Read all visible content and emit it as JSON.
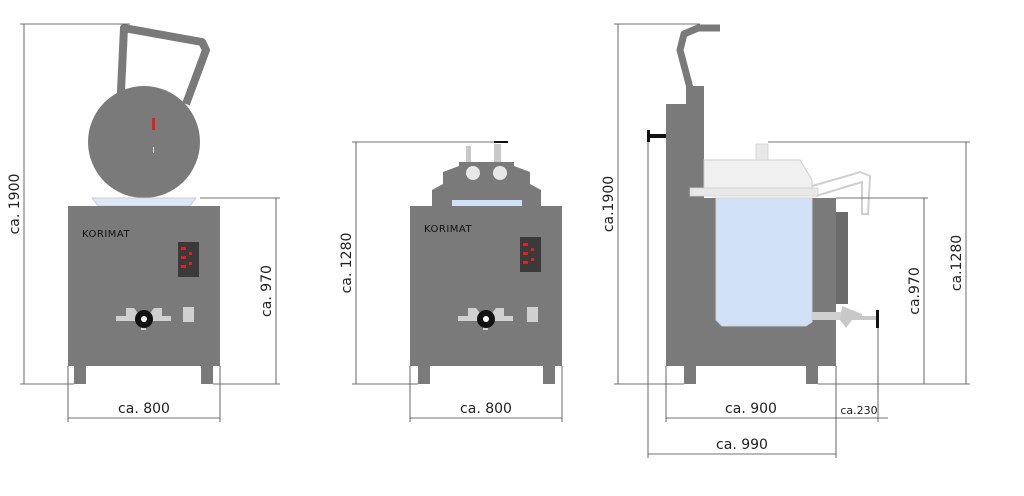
{
  "brand_label": "KORIMAT",
  "views": {
    "front_lid": {
      "brand": "KORIMAT",
      "dims": {
        "height_total": "ca. 1900",
        "height_body": "ca. 970",
        "width": "ca. 800"
      }
    },
    "front_closed": {
      "brand": "KORIMAT",
      "dims": {
        "height_total": "ca. 1280",
        "width": "ca. 800"
      }
    },
    "side": {
      "dims": {
        "height_total": "ca.1900",
        "height_body": "ca.970",
        "height_closed": "ca.1280",
        "width_body": "ca. 900",
        "tap": "ca.230",
        "width_total": "ca. 990"
      }
    }
  },
  "colors": {
    "body": "#7a7a7a",
    "water": "#cfe0f7",
    "lid_outline": "#cfcfcf",
    "display_red": "#e02020",
    "dimension_line": "#444444"
  }
}
